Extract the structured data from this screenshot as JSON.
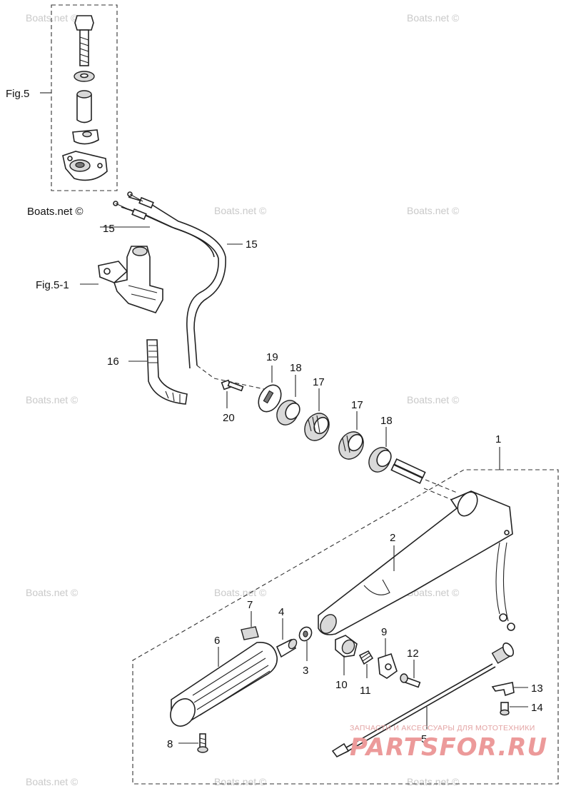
{
  "watermark": "Boats.net ©",
  "figure_labels": {
    "fig5": "Fig.5",
    "fig5_1": "Fig.5-1"
  },
  "callouts": {
    "p1": "1",
    "p2": "2",
    "p3": "3",
    "p4": "4",
    "p5": "5",
    "p6": "6",
    "p7": "7",
    "p8": "8",
    "p9": "9",
    "p10": "10",
    "p11": "11",
    "p12": "12",
    "p13": "13",
    "p14": "14",
    "p15a": "15",
    "p15b": "15",
    "p16": "16",
    "p17a": "17",
    "p17b": "17",
    "p18a": "18",
    "p18b": "18",
    "p19": "19",
    "p20": "20"
  },
  "branding": {
    "subtitle": "ЗАПЧАСТИ И АКСЕССУАРЫ ДЛЯ МОТОТЕХНИКИ",
    "logo": "PARTSFOR.RU"
  },
  "colors": {
    "line": "#222222",
    "watermark": "#c9c9c9",
    "brand": "#ec9a9a"
  }
}
